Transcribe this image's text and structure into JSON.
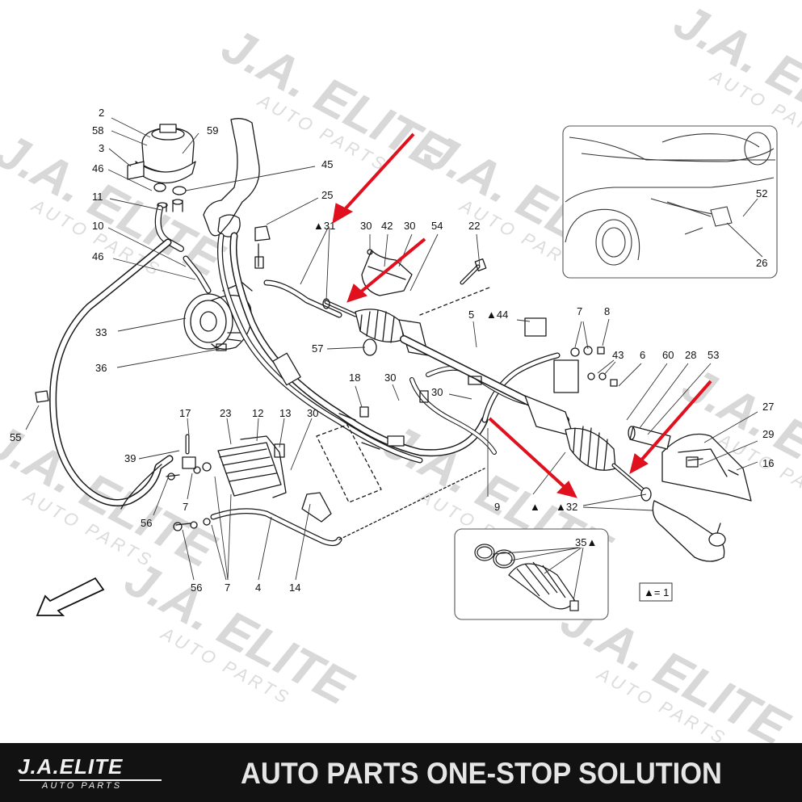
{
  "watermark": {
    "brand": "J.A. ELITE",
    "sub": "AUTO PARTS"
  },
  "callouts": [
    {
      "id": "c2",
      "text": "2"
    },
    {
      "id": "c58",
      "text": "58"
    },
    {
      "id": "c59",
      "text": "59"
    },
    {
      "id": "c3",
      "text": "3"
    },
    {
      "id": "c46a",
      "text": "46"
    },
    {
      "id": "c45",
      "text": "45"
    },
    {
      "id": "c11",
      "text": "11"
    },
    {
      "id": "c25",
      "text": "25"
    },
    {
      "id": "c10",
      "text": "10"
    },
    {
      "id": "c31",
      "text": "▲31"
    },
    {
      "id": "c30a",
      "text": "30"
    },
    {
      "id": "c42",
      "text": "42"
    },
    {
      "id": "c30b",
      "text": "30"
    },
    {
      "id": "c54",
      "text": "54"
    },
    {
      "id": "c22",
      "text": "22"
    },
    {
      "id": "c46b",
      "text": "46"
    },
    {
      "id": "c5",
      "text": "5"
    },
    {
      "id": "c44",
      "text": "▲44"
    },
    {
      "id": "c7a",
      "text": "7"
    },
    {
      "id": "c8",
      "text": "8"
    },
    {
      "id": "c33",
      "text": "33"
    },
    {
      "id": "c57",
      "text": "57"
    },
    {
      "id": "c43",
      "text": "43"
    },
    {
      "id": "c6",
      "text": "6"
    },
    {
      "id": "c60",
      "text": "60"
    },
    {
      "id": "c28",
      "text": "28"
    },
    {
      "id": "c53",
      "text": "53"
    },
    {
      "id": "c36",
      "text": "36"
    },
    {
      "id": "c18",
      "text": "18"
    },
    {
      "id": "c30c",
      "text": "30"
    },
    {
      "id": "c30d",
      "text": "30"
    },
    {
      "id": "c27",
      "text": "27"
    },
    {
      "id": "c55",
      "text": "55"
    },
    {
      "id": "c17",
      "text": "17"
    },
    {
      "id": "c23",
      "text": "23"
    },
    {
      "id": "c12",
      "text": "12"
    },
    {
      "id": "c13",
      "text": "13"
    },
    {
      "id": "c30e",
      "text": "30"
    },
    {
      "id": "c29",
      "text": "29"
    },
    {
      "id": "c16",
      "text": "16"
    },
    {
      "id": "c39",
      "text": "39"
    },
    {
      "id": "c7b",
      "text": "7"
    },
    {
      "id": "c9",
      "text": "9"
    },
    {
      "id": "ctri",
      "text": "▲"
    },
    {
      "id": "c32",
      "text": "▲32"
    },
    {
      "id": "c56a",
      "text": "56"
    },
    {
      "id": "c35",
      "text": "35▲"
    },
    {
      "id": "c56b",
      "text": "56"
    },
    {
      "id": "c7c",
      "text": "7"
    },
    {
      "id": "c4",
      "text": "4"
    },
    {
      "id": "c14",
      "text": "14"
    },
    {
      "id": "c52",
      "text": "52"
    },
    {
      "id": "c26",
      "text": "26"
    }
  ],
  "legend": {
    "text": "▲= 1"
  },
  "footer": {
    "brand_name": "J.A.ELITE",
    "brand_sub": "AUTO PARTS",
    "tagline": "AUTO PARTS ONE-STOP SOLUTION"
  },
  "colors": {
    "arrow": "#e0101e",
    "footer_bg": "#121212",
    "line": "#1a1a1a",
    "watermark": "#d8d8d8"
  }
}
